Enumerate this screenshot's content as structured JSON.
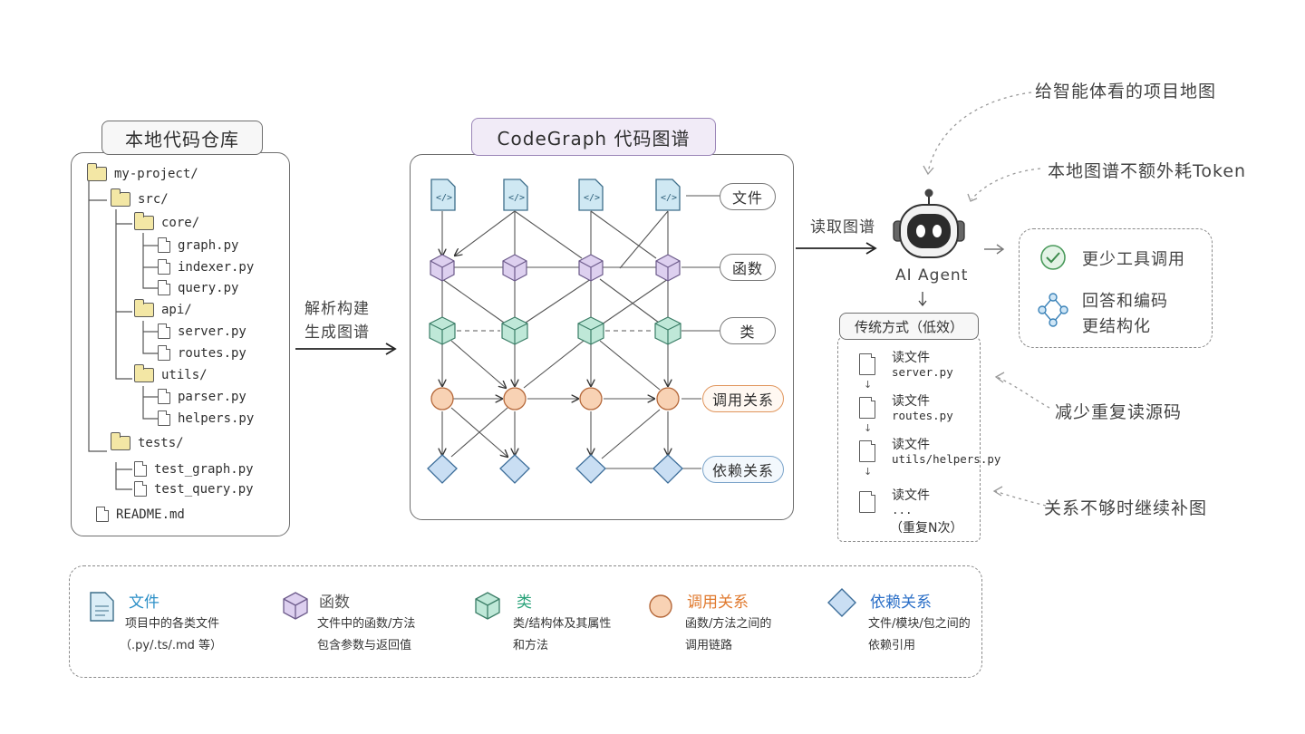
{
  "repo": {
    "title": "本地代码仓库",
    "tree": [
      {
        "name": "my-project/",
        "type": "folder",
        "depth": 0
      },
      {
        "name": "src/",
        "type": "folder",
        "depth": 1
      },
      {
        "name": "core/",
        "type": "folder",
        "depth": 2
      },
      {
        "name": "graph.py",
        "type": "file",
        "depth": 3
      },
      {
        "name": "indexer.py",
        "type": "file",
        "depth": 3
      },
      {
        "name": "query.py",
        "type": "file",
        "depth": 3
      },
      {
        "name": "api/",
        "type": "folder",
        "depth": 2
      },
      {
        "name": "server.py",
        "type": "file",
        "depth": 3
      },
      {
        "name": "routes.py",
        "type": "file",
        "depth": 3
      },
      {
        "name": "utils/",
        "type": "folder",
        "depth": 2
      },
      {
        "name": "parser.py",
        "type": "file",
        "depth": 3
      },
      {
        "name": "helpers.py",
        "type": "file",
        "depth": 3
      },
      {
        "name": "tests/",
        "type": "folder",
        "depth": 1
      },
      {
        "name": "test_graph.py",
        "type": "file",
        "depth": 2
      },
      {
        "name": "test_query.py",
        "type": "file",
        "depth": 2
      },
      {
        "name": "README.md",
        "type": "file",
        "depth": 0
      }
    ]
  },
  "arrow_parse": {
    "line1": "解析构建",
    "line2": "生成图谱"
  },
  "graph": {
    "title": "CodeGraph 代码图谱",
    "rows": {
      "file": "文件",
      "function": "函数",
      "class": "类",
      "call": "调用关系",
      "dependency": "依赖关系"
    }
  },
  "arrow_read": "读取图谱",
  "agent": {
    "label": "AI Agent"
  },
  "notes": {
    "map": "给智能体看的项目地图",
    "token": "本地图谱不额外耗Token",
    "reduce": "减少重复读源码",
    "supplement": "关系不够时继续补图"
  },
  "benefits": {
    "fewer_tools": "更少工具调用",
    "structured_line1": "回答和编码",
    "structured_line2": "更结构化"
  },
  "traditional": {
    "title": "传统方式（低效）",
    "steps": [
      {
        "action": "读文件",
        "file": "server.py"
      },
      {
        "action": "读文件",
        "file": "routes.py"
      },
      {
        "action": "读文件",
        "file": "utils/helpers.py"
      },
      {
        "action": "读文件",
        "file": "..."
      }
    ],
    "repeat": "（重复N次）"
  },
  "legend": [
    {
      "title": "文件",
      "line1": "项目中的各类文件",
      "line2": "（.py/.ts/.md 等）",
      "color": "#2b8fc7"
    },
    {
      "title": "函数",
      "line1": "文件中的函数/方法",
      "line2": "包含参数与返回值",
      "color": "#555555"
    },
    {
      "title": "类",
      "line1": "类/结构体及其属性",
      "line2": "和方法",
      "color": "#2aa37a"
    },
    {
      "title": "调用关系",
      "line1": "函数/方法之间的",
      "line2": "调用链路",
      "color": "#e07a2f"
    },
    {
      "title": "依赖关系",
      "line1": "文件/模块/包之间的",
      "line2": "依赖引用",
      "color": "#2b6fc7"
    }
  ]
}
